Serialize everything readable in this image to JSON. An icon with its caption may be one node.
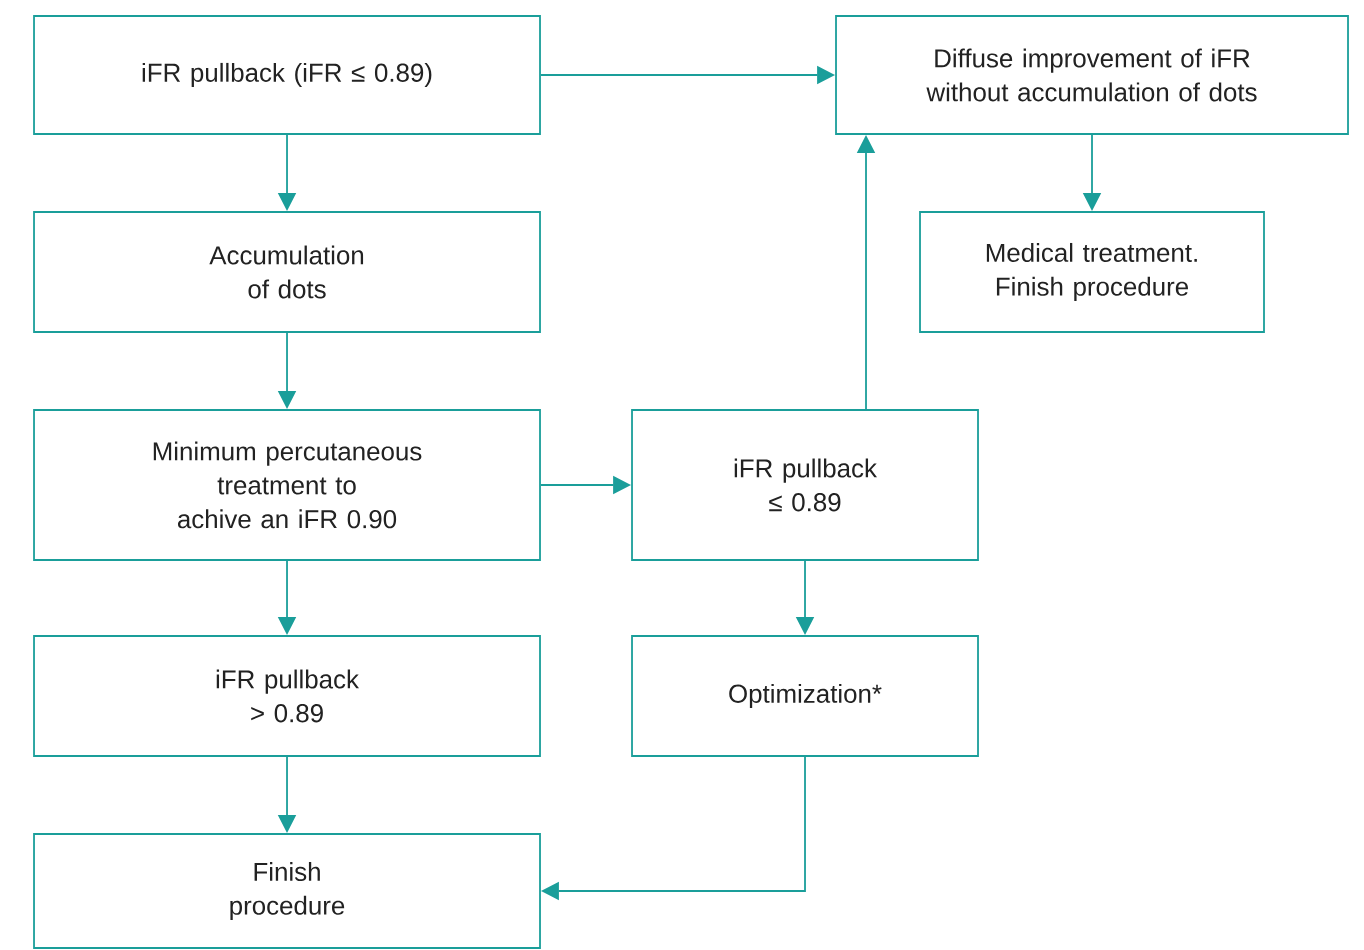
{
  "diagram": {
    "nodes": [
      {
        "text": [
          "iFR pullback (iFR ≤ 0.89)"
        ]
      },
      {
        "text": [
          "Diffuse improvement of iFR without accumulation of dots"
        ]
      },
      {
        "text": [
          "Accumulation of dots"
        ]
      },
      {
        "text": [
          "Medical treatment. Finish procedure"
        ]
      },
      {
        "text": [
          "Minimum percutaneous treatment to achive an iFR 0.90"
        ]
      },
      {
        "text": [
          "iFR pullback ≤ 0.89"
        ]
      },
      {
        "text": [
          "iFR pullback > 0.89"
        ]
      },
      {
        "text": [
          "Optimization*"
        ]
      },
      {
        "text": [
          "Finish procedure"
        ]
      }
    ],
    "edges": [
      {
        "from": 0,
        "to": 1,
        "arrow": "to"
      },
      {
        "from": 0,
        "to": 2,
        "arrow": "to"
      },
      {
        "from": 1,
        "to": 3,
        "arrow": "to"
      },
      {
        "from": 2,
        "to": 4,
        "arrow": "to"
      },
      {
        "from": 4,
        "to": 5,
        "arrow": "to"
      },
      {
        "from": 5,
        "to": 1,
        "arrow": "to"
      },
      {
        "from": 4,
        "to": 6,
        "arrow": "to"
      },
      {
        "from": 5,
        "to": 7,
        "arrow": "to"
      },
      {
        "from": 6,
        "to": 8,
        "arrow": "to"
      },
      {
        "from": 7,
        "to": 8,
        "arrow": "to"
      }
    ]
  }
}
